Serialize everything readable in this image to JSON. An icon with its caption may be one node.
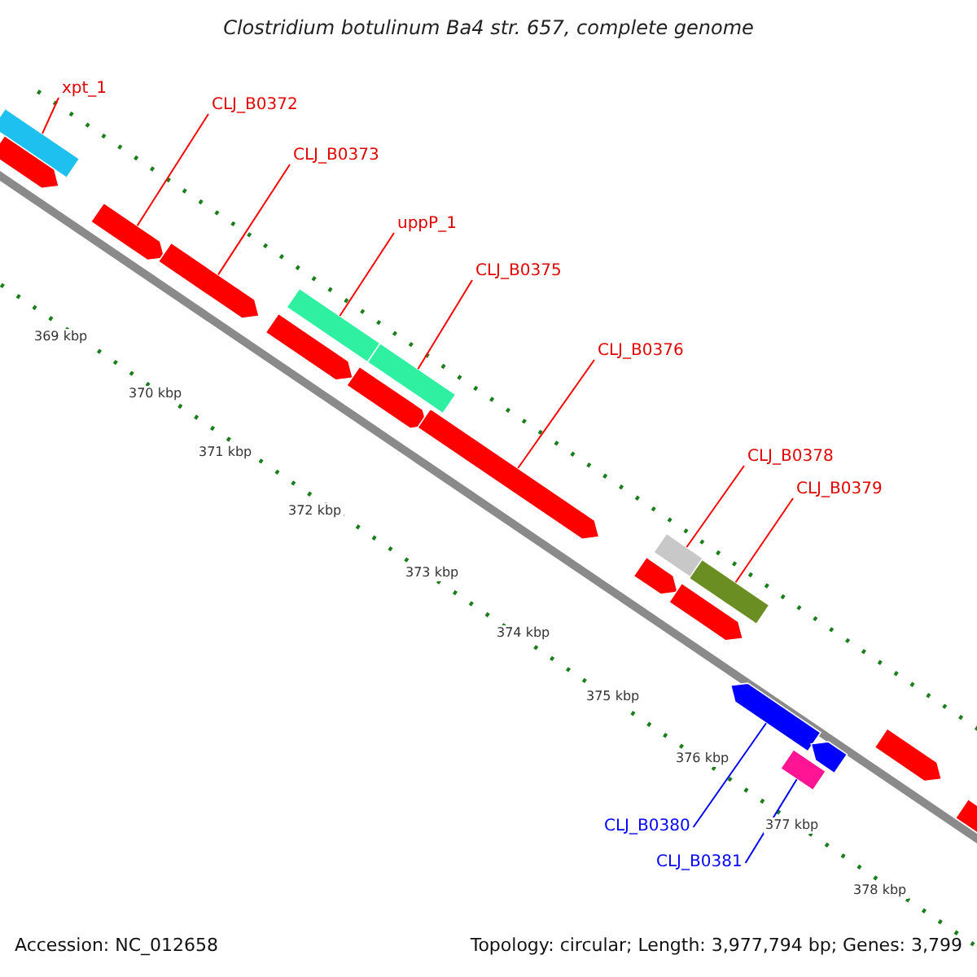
{
  "diagram": {
    "title": "Clostridium botulinum Ba4 str. 657, complete genome",
    "nodes": [
      {
        "text": [
          "xpt_1"
        ]
      },
      {
        "text": [],
        "shape": "bar"
      },
      {
        "text": [],
        "shape": "arrow"
      },
      {
        "text": [
          "CLJ_B0372"
        ]
      },
      {
        "text": [],
        "shape": "arrow"
      },
      {
        "text": [
          "CLJ_B0373"
        ]
      },
      {
        "text": [],
        "shape": "arrow"
      },
      {
        "text": [
          "uppP_1"
        ]
      },
      {
        "text": [],
        "shape": "bar"
      },
      {
        "text": [],
        "shape": "arrow"
      },
      {
        "text": [
          "CLJ_B0375"
        ]
      },
      {
        "text": [],
        "shape": "bar"
      },
      {
        "text": [],
        "shape": "arrow"
      },
      {
        "text": [
          "CLJ_B0376"
        ]
      },
      {
        "text": [],
        "shape": "arrow"
      },
      {
        "text": [
          "CLJ_B0378"
        ]
      },
      {
        "text": [],
        "shape": "bar"
      },
      {
        "text": [],
        "shape": "arrow"
      },
      {
        "text": [
          "CLJ_B0379"
        ]
      },
      {
        "text": [],
        "shape": "bar"
      },
      {
        "text": [],
        "shape": "arrow"
      },
      {
        "text": [],
        "shape": "arrow"
      },
      {
        "text": [],
        "shape": "arrow"
      },
      {
        "text": [],
        "shape": "bar"
      },
      {
        "text": [],
        "shape": "arrow"
      },
      {
        "text": [],
        "shape": "arrow"
      },
      {
        "text": [
          "CLJ_B0380"
        ]
      },
      {
        "text": [
          "CLJ_B0381"
        ]
      }
    ],
    "edges": [
      {
        "from": 0,
        "to": 1,
        "arrow": "none"
      },
      {
        "from": 3,
        "to": 4,
        "arrow": "none"
      },
      {
        "from": 5,
        "to": 6,
        "arrow": "none"
      },
      {
        "from": 7,
        "to": 8,
        "arrow": "none"
      },
      {
        "from": 10,
        "to": 11,
        "arrow": "none"
      },
      {
        "from": 13,
        "to": 14,
        "arrow": "none"
      },
      {
        "from": 15,
        "to": 16,
        "arrow": "none"
      },
      {
        "from": 18,
        "to": 19,
        "arrow": "none"
      },
      {
        "from": 26,
        "to": 21,
        "arrow": "none",
        "color": "#0000ff"
      },
      {
        "from": 27,
        "to": 23,
        "arrow": "none",
        "color": "#0000ff"
      }
    ],
    "labels": [
      "369 kbp",
      "370 kbp",
      "371 kbp",
      "372 kbp",
      "373 kbp",
      "374 kbp",
      "375 kbp",
      "376 kbp",
      "377 kbp",
      "378 kbp",
      "Accession: NC_012658",
      "Topology: circular; Length: 3,977,794 bp; Genes: 3,799"
    ]
  }
}
